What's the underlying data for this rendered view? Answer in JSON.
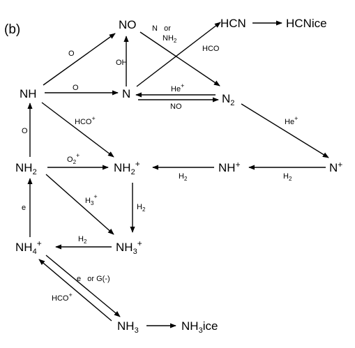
{
  "panel_label": "(b)",
  "species": {
    "NO": "NO",
    "HCN": "HCN",
    "HCNice": "HCNice",
    "NH": "NH",
    "N": "N",
    "N2": "N",
    "N2_sub": "2",
    "N_plus": "N",
    "N_plus_sup": "+",
    "NH2": "NH",
    "NH2_sub": "2",
    "NH2_plus": "NH",
    "NH2_plus_sub": "2",
    "NH2_plus_sup": "+",
    "NH_plus": "NH",
    "NH_plus_sup": "+",
    "NH3_plus": "NH",
    "NH3_plus_sub": "3",
    "NH3_plus_sup": "+",
    "NH4_plus": "NH",
    "NH4_plus_sub": "4",
    "NH4_plus_sup": "+",
    "NH3": "NH",
    "NH3_sub": "3",
    "NH3ice": "NH",
    "NH3ice_sub": "3",
    "NH3ice_suffix": "ice"
  },
  "reactants": {
    "nh_no_O": "O",
    "n_no_OH": "OH",
    "no_n2_N_or": "N   or",
    "no_n2_NH2": "NH",
    "no_n2_NH2_sub": "2",
    "n_hcn_HCO": "HCO",
    "nh_n_O": "O",
    "n_n2_Heplus": "He",
    "n_n2_Heplus_sup": "+",
    "n2_n_NO": "NO",
    "n2_nplus_Heplus": "He",
    "n2_nplus_Heplus_sup": "+",
    "nh2_nh_O": "O",
    "nh_nh2plus_HCOplus": "HCO",
    "nh_nh2plus_HCOplus_sup": "+",
    "nh2_nh2plus_O2plus": "O",
    "nh2_nh2plus_O2plus_sub": "2",
    "nh2_nh2plus_O2plus_sup": "+",
    "nplus_nhplus_H2": "H",
    "nplus_nhplus_H2_sub": "2",
    "nhplus_nh2plus_H2": "H",
    "nhplus_nh2plus_H2_sub": "2",
    "nh2plus_nh3plus_H2": "H",
    "nh2plus_nh3plus_H2_sub": "2",
    "nh2_nh3plus_H3plus": "H",
    "nh2_nh3plus_H3plus_sub": "3",
    "nh2_nh3plus_H3plus_sup": "+",
    "nh4plus_nh2_e": "e",
    "nh3plus_nh4plus_H2": "H",
    "nh3plus_nh4plus_H2_sub": "2",
    "nh4plus_nh3_e_or_G": "e   or G(-)",
    "nh3_nh4plus_HCOplus": "HCO",
    "nh3_nh4plus_HCOplus_sup": "+"
  }
}
